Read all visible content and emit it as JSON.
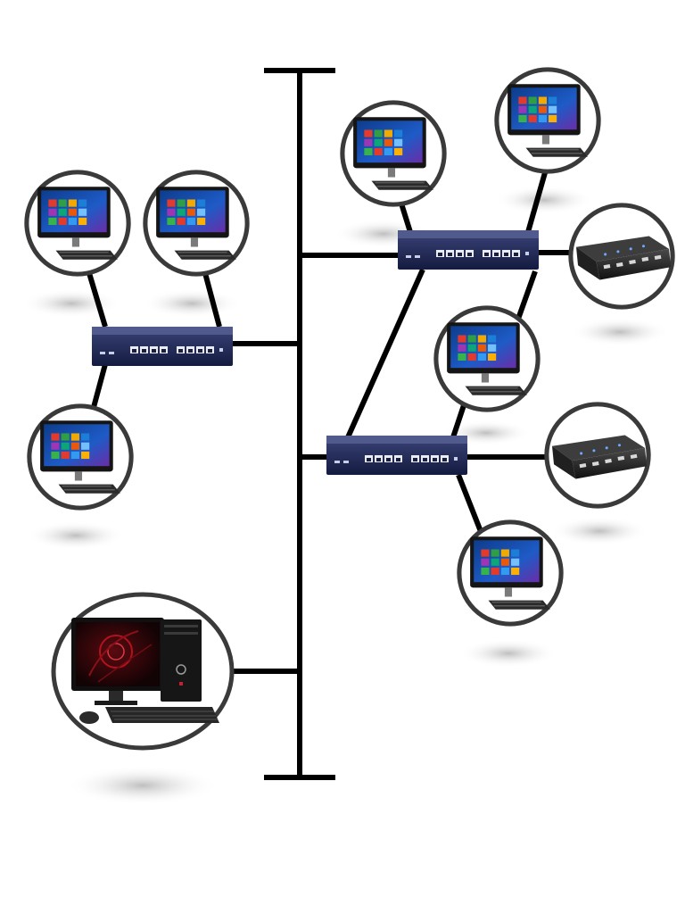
{
  "diagram": {
    "type": "tree-network-topology",
    "backbone": {
      "orientation": "vertical",
      "terminated_ends": 2
    },
    "nodes": [
      {
        "id": "switch-1",
        "device": "network-switch",
        "icon": "switch-icon",
        "ports": 8
      },
      {
        "id": "switch-2",
        "device": "network-switch",
        "icon": "switch-icon",
        "ports": 8
      },
      {
        "id": "switch-3",
        "device": "network-switch",
        "icon": "switch-icon",
        "ports": 8
      },
      {
        "id": "pc-1",
        "device": "all-in-one-computer",
        "icon": "monitor-icon"
      },
      {
        "id": "pc-2",
        "device": "all-in-one-computer",
        "icon": "monitor-icon"
      },
      {
        "id": "pc-3",
        "device": "all-in-one-computer",
        "icon": "monitor-icon"
      },
      {
        "id": "pc-4",
        "device": "all-in-one-computer",
        "icon": "monitor-icon"
      },
      {
        "id": "pc-5",
        "device": "all-in-one-computer",
        "icon": "monitor-icon"
      },
      {
        "id": "pc-6",
        "device": "all-in-one-computer",
        "icon": "monitor-icon"
      },
      {
        "id": "pc-7",
        "device": "all-in-one-computer",
        "icon": "monitor-icon"
      },
      {
        "id": "hub-1",
        "device": "usb-hub",
        "icon": "hub-icon"
      },
      {
        "id": "hub-2",
        "device": "usb-hub",
        "icon": "hub-icon"
      },
      {
        "id": "server",
        "device": "desktop-tower-computer",
        "icon": "desktop-tower-icon"
      }
    ],
    "links": [
      [
        "backbone",
        "switch-1"
      ],
      [
        "switch-1",
        "pc-1"
      ],
      [
        "switch-1",
        "pc-2"
      ],
      [
        "switch-1",
        "pc-3"
      ],
      [
        "backbone",
        "switch-2"
      ],
      [
        "switch-2",
        "pc-4"
      ],
      [
        "switch-2",
        "pc-5"
      ],
      [
        "switch-2",
        "hub-1"
      ],
      [
        "switch-2",
        "pc-6"
      ],
      [
        "switch-2",
        "switch-3"
      ],
      [
        "backbone",
        "switch-3"
      ],
      [
        "switch-3",
        "pc-6"
      ],
      [
        "switch-3",
        "hub-2"
      ],
      [
        "switch-3",
        "pc-7"
      ],
      [
        "backbone",
        "server"
      ]
    ],
    "colors": {
      "cable": "#000000",
      "switch_body": "#1f2a5c",
      "bubble_border": "#3a3a3a",
      "screen_blue": "#1e4fa8",
      "tile_colors": [
        "#e23b2e",
        "#2f9e44",
        "#f2a900",
        "#1c7ed6",
        "#9c36b5",
        "#0ca678"
      ],
      "tower_accent": "#b3121d"
    }
  }
}
